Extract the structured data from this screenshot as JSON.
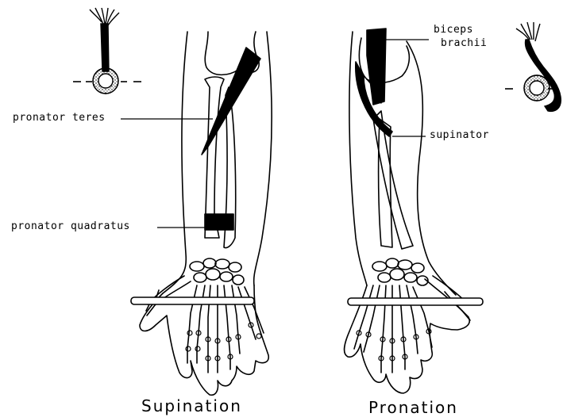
{
  "figure": {
    "labels": {
      "pronator_teres": "pronator teres",
      "pronator_quadratus": "pronator quadratus",
      "biceps_line1": "biceps",
      "biceps_line2": "brachii",
      "supinator": "supinator"
    },
    "captions": {
      "left": "Supination",
      "right": "Pronation"
    },
    "colors": {
      "ink": "#000000",
      "paper": "#ffffff"
    }
  }
}
